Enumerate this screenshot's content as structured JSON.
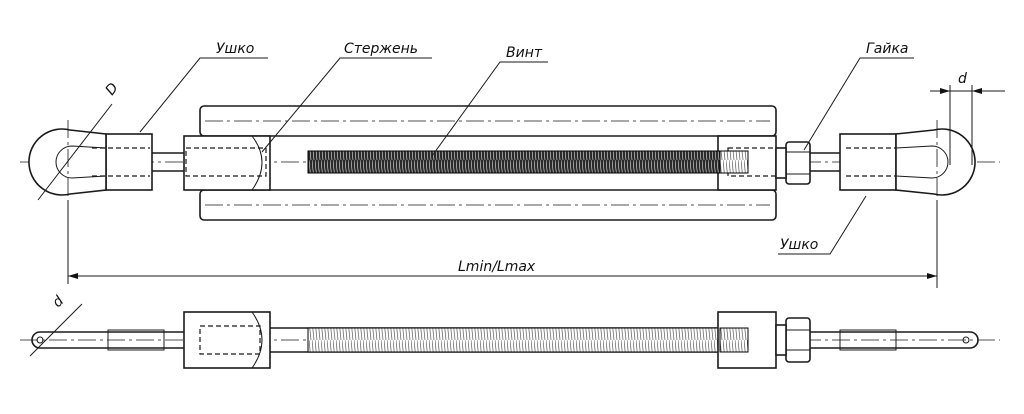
{
  "labels": {
    "eye_top_left": "Ушко",
    "rod": "Стержень",
    "screw": "Винт",
    "nut": "Гайка",
    "eye_bottom_right": "Ушко",
    "eye_diameter": "D",
    "rod_diameter_top": "d",
    "rod_diameter_bottom": "d",
    "length": "Lmin/Lmax"
  }
}
